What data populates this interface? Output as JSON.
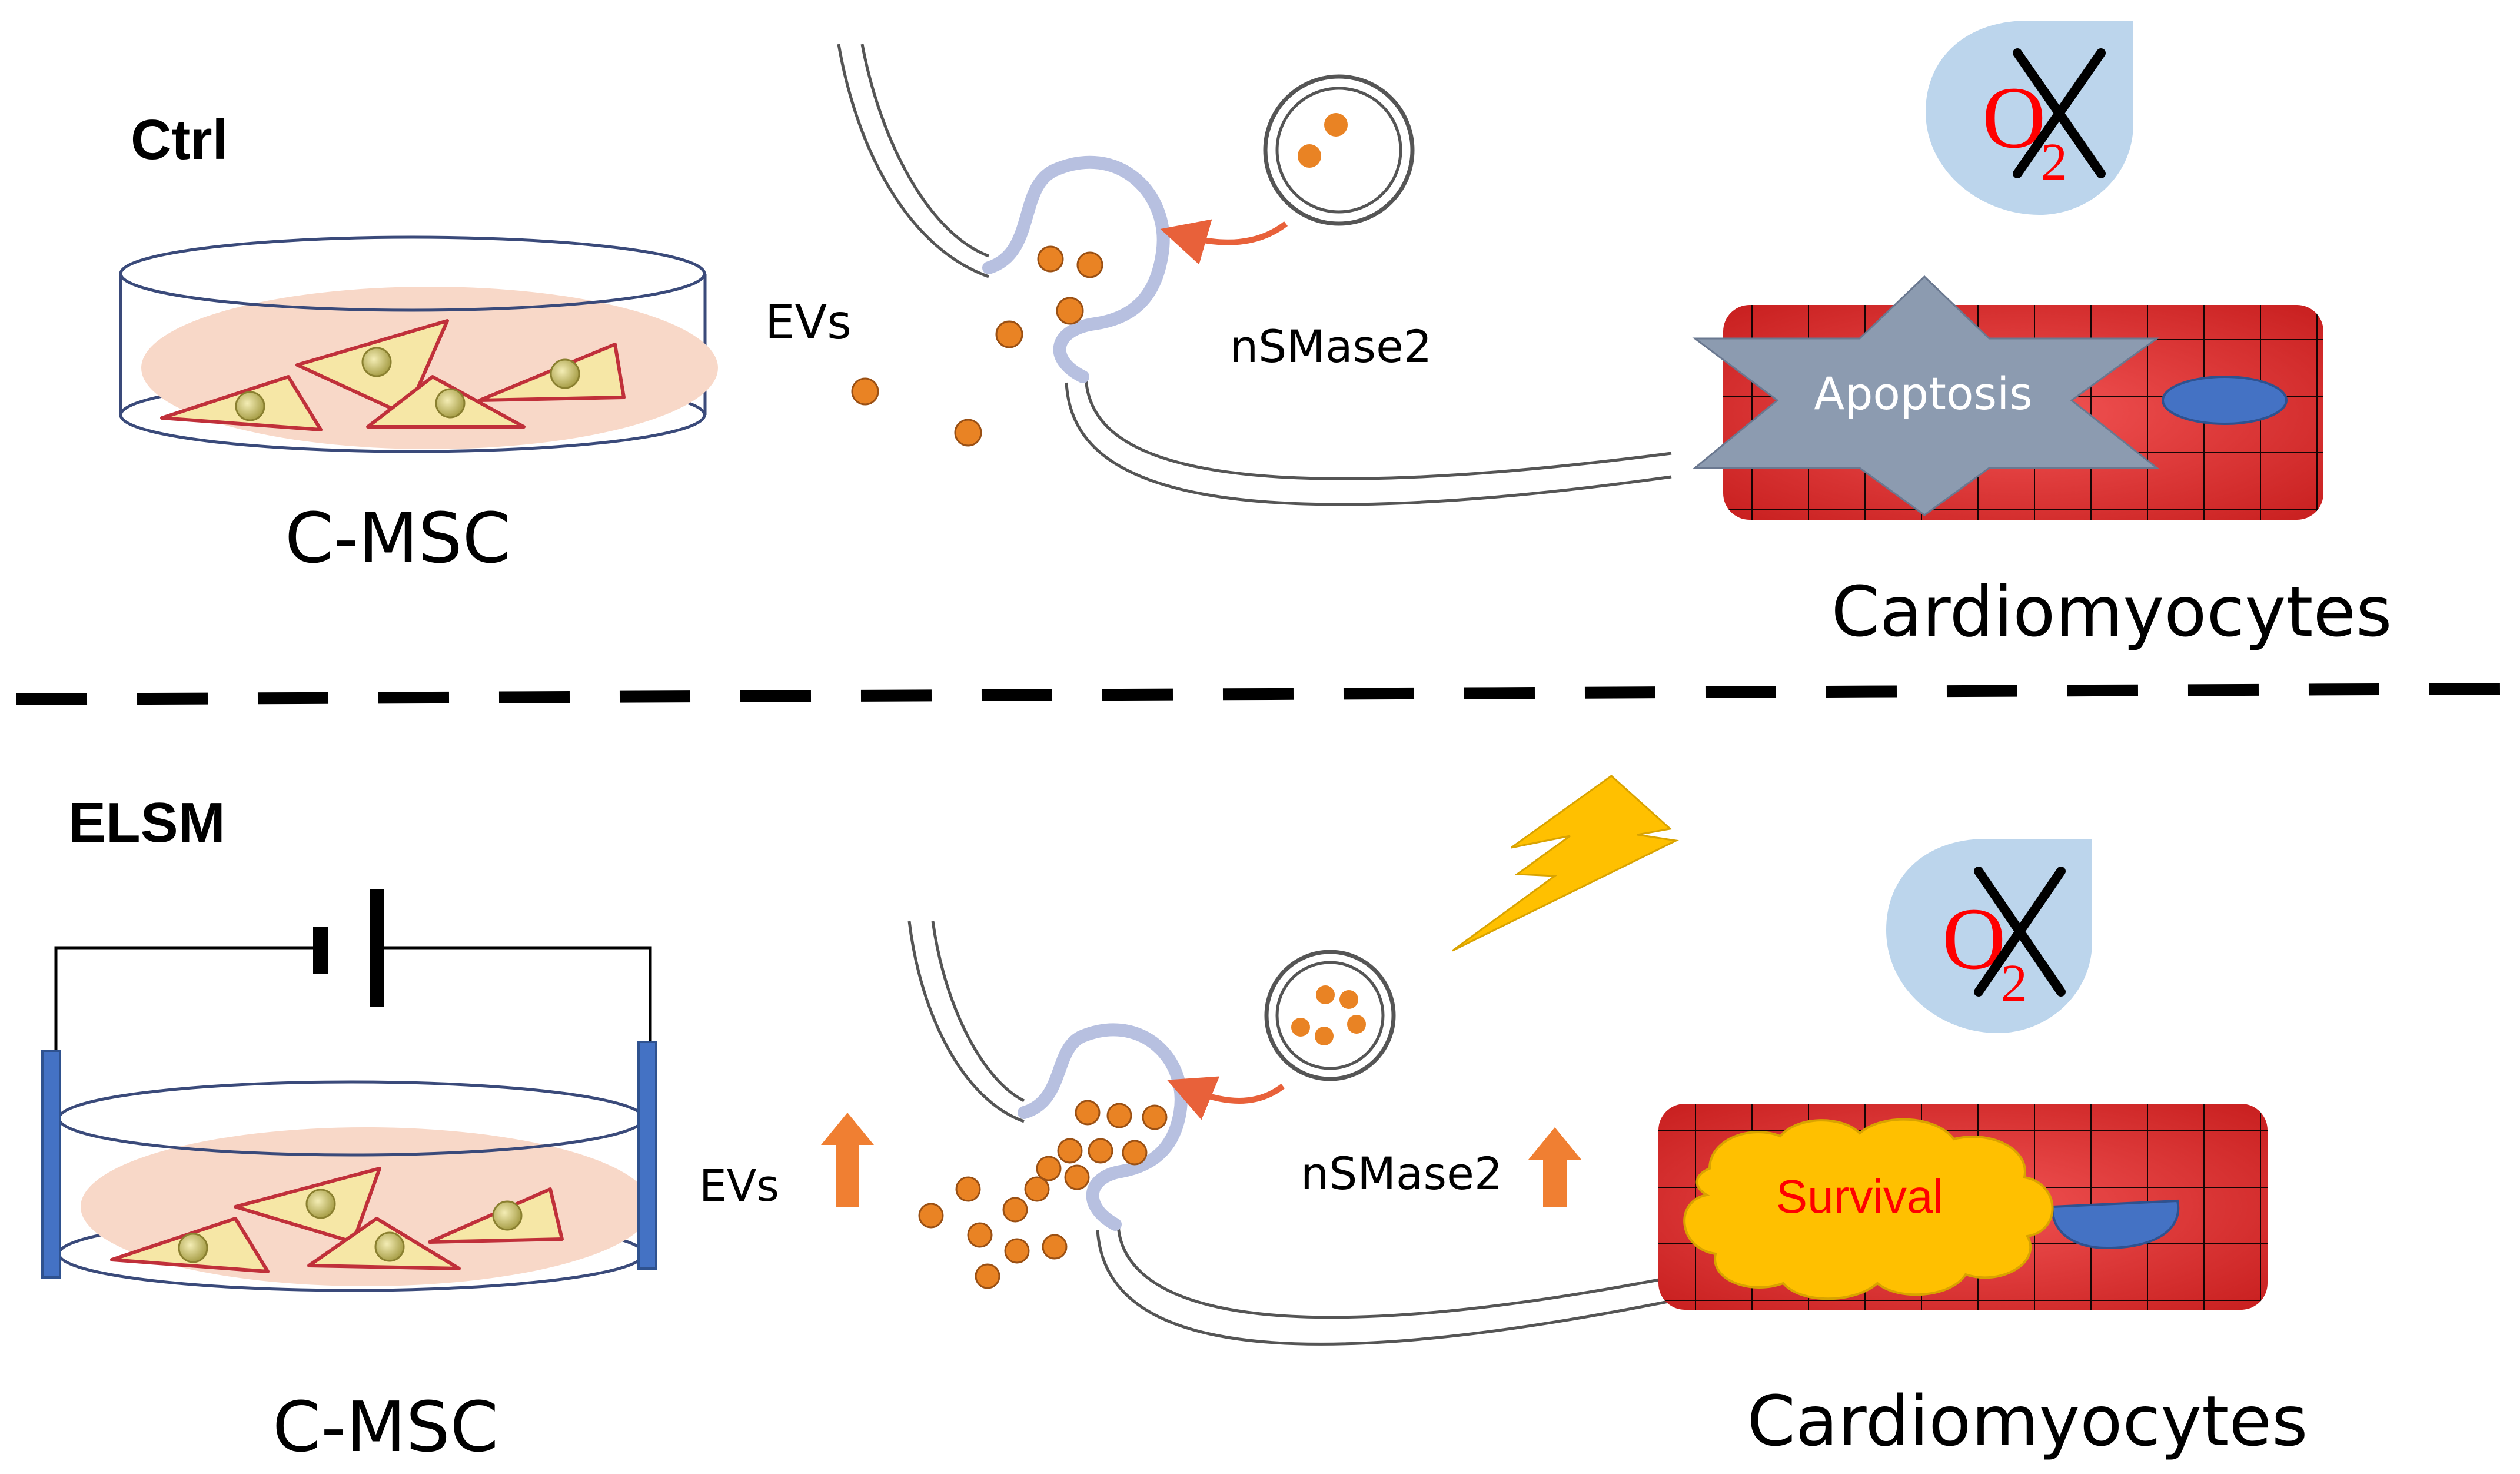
{
  "top_panel": {
    "condition_label": "Ctrl",
    "msc_label": "C-MSC",
    "evs_label": "EVs",
    "enzyme_label": "nSMase2",
    "outcome_label": "Apoptosis",
    "target_label": "Cardiomyocytes",
    "oxygen_symbol": "O",
    "oxygen_subscript": "2"
  },
  "bottom_panel": {
    "condition_label": "ELSM",
    "msc_label": "C-MSC",
    "evs_label": "EVs",
    "enzyme_label": "nSMase2",
    "outcome_label": "Survival",
    "target_label": "Cardiomyocytes",
    "oxygen_symbol": "O",
    "oxygen_subscript": "2"
  },
  "colors": {
    "cell_fill": "#f6e7a6",
    "cell_outline": "#c0303a",
    "dish_medium": "#f8d8c8",
    "vesicle": "#e98324",
    "membrane": "#b7c0e0",
    "cardiomyocyte": "#e83c3c",
    "apoptosis_star": "#8c9bb0",
    "survival_cloud": "#ffc000",
    "oxygen_drop": "#bcd5ec",
    "lightning": "#ffc000",
    "up_arrow": "#f07f32",
    "electrode": "#4472c4"
  }
}
